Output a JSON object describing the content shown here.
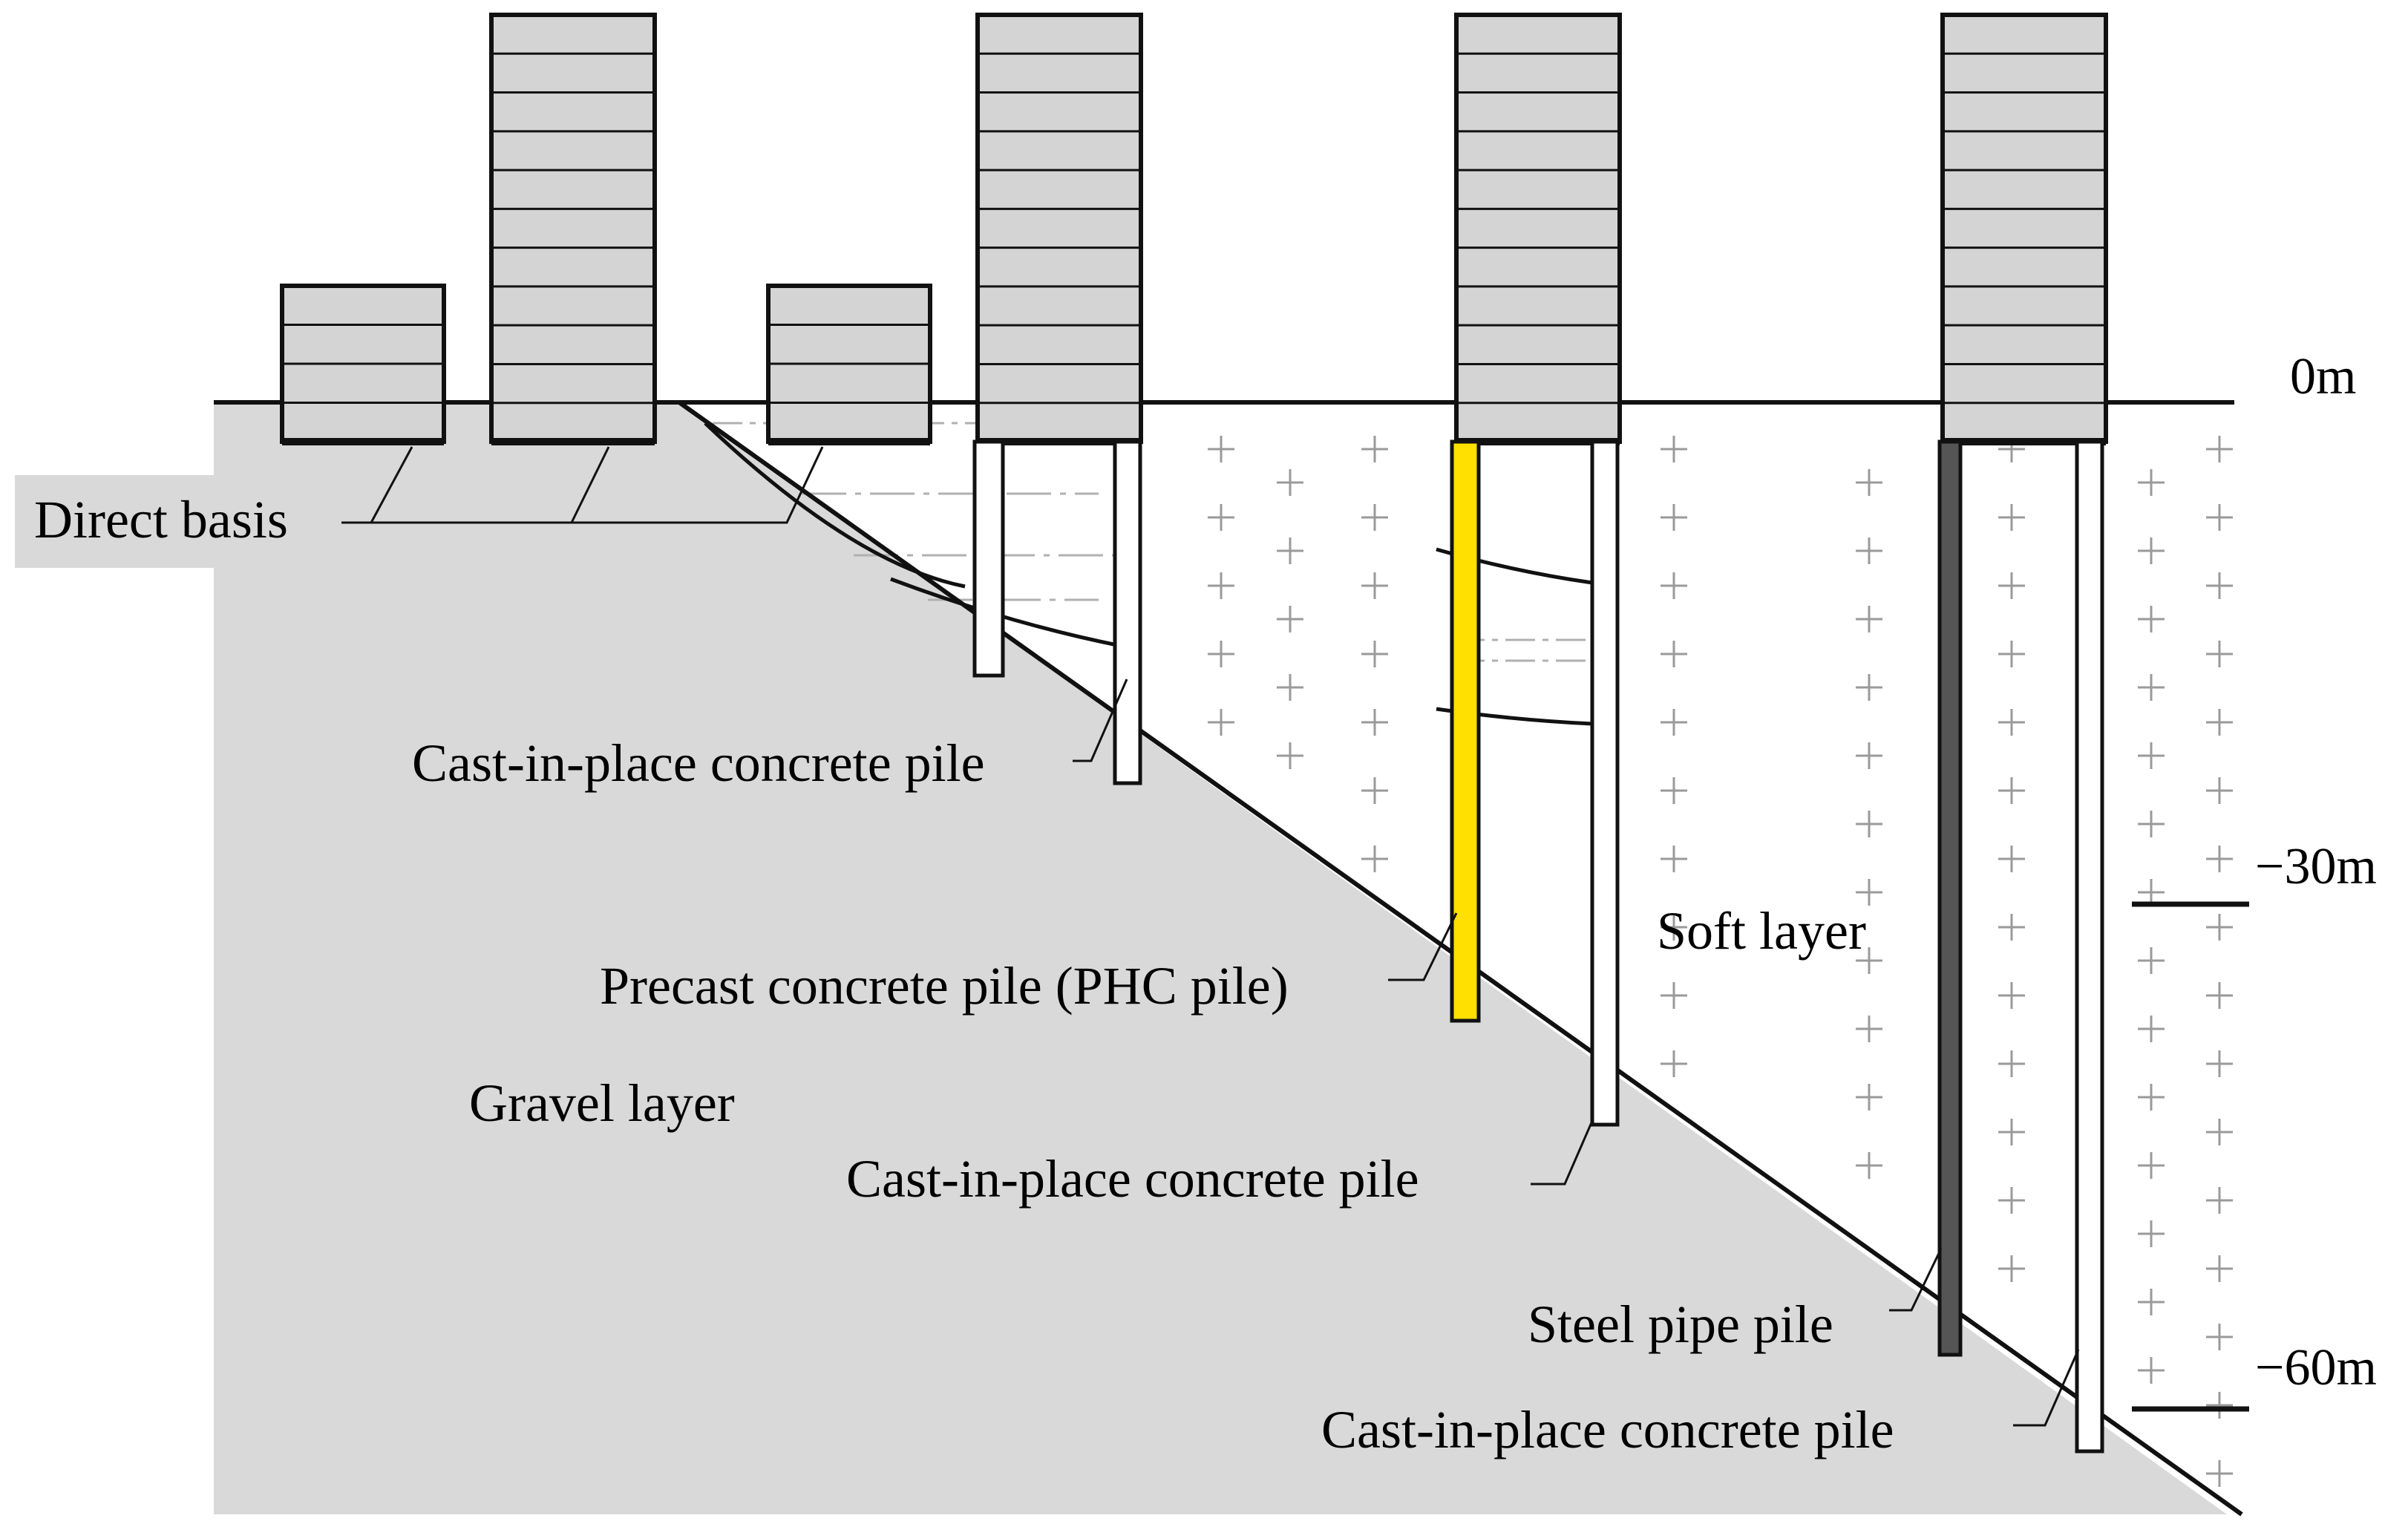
{
  "labels": {
    "direct_basis": "Direct basis",
    "cast_in_place_1": "Cast-in-place concrete pile",
    "precast_phc": "Precast concrete pile (PHC pile)",
    "gravel_layer": "Gravel layer",
    "cast_in_place_2": "Cast-in-place concrete pile",
    "soft_layer": "Soft layer",
    "steel_pipe": "Steel pipe pile",
    "cast_in_place_3": "Cast-in-place concrete pile"
  },
  "depth_markers": {
    "zero": "0m",
    "minus_30": "−30m",
    "minus_60": "−60m"
  },
  "colors": {
    "gravel": "#d9d9d9",
    "building": "#d4d4d4",
    "precast_pile": "#ffe000",
    "steel_pile": "#555555",
    "concrete_pile": "#ffffff",
    "soft_layer_marks": "#9a9a9a",
    "label_box": "#d9d9d9"
  }
}
